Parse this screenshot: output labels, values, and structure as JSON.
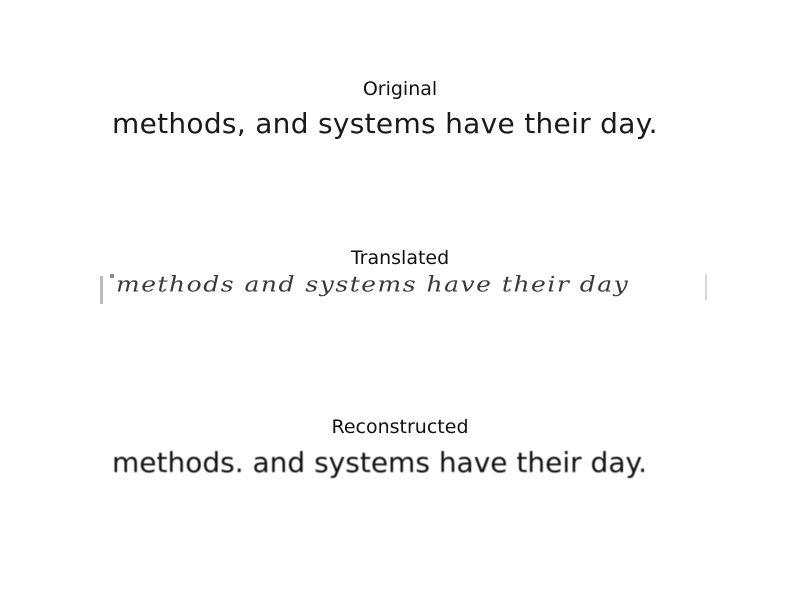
{
  "panels": [
    {
      "title": "Original",
      "text": "methods, and systems have their day."
    },
    {
      "title": "Translated",
      "text": "methods and systems have their day"
    },
    {
      "title": "Reconstructed",
      "text": "methods. and systems have their day."
    }
  ],
  "colors": {
    "background": "#ffffff",
    "ink": "#1a1a1a",
    "handwriting_ink": "#3a3a3a"
  }
}
